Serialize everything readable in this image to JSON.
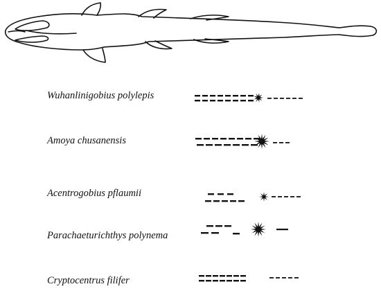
{
  "figure": {
    "stroke_color": "#111111",
    "species": [
      {
        "name": "Wuhanlinigobius polylepis",
        "papilla_pattern": "two rows of short dashes, small star-shaped pore, single dashed row"
      },
      {
        "name": "Amoya chusanensis",
        "papilla_pattern": "two rows of dashes, large star-shaped pore, short dashed row"
      },
      {
        "name": "Acentrogobius pflaumii",
        "papilla_pattern": "two staggered rows of dashes, small star-shaped pore, dashed row"
      },
      {
        "name": "Parachaeturichthys polynema",
        "papilla_pattern": "staggered dash cluster, large star-shaped pore, single bar"
      },
      {
        "name": "Cryptocentrus filifer",
        "papilla_pattern": "two rows of dashes, gap, short dashed row"
      }
    ]
  }
}
